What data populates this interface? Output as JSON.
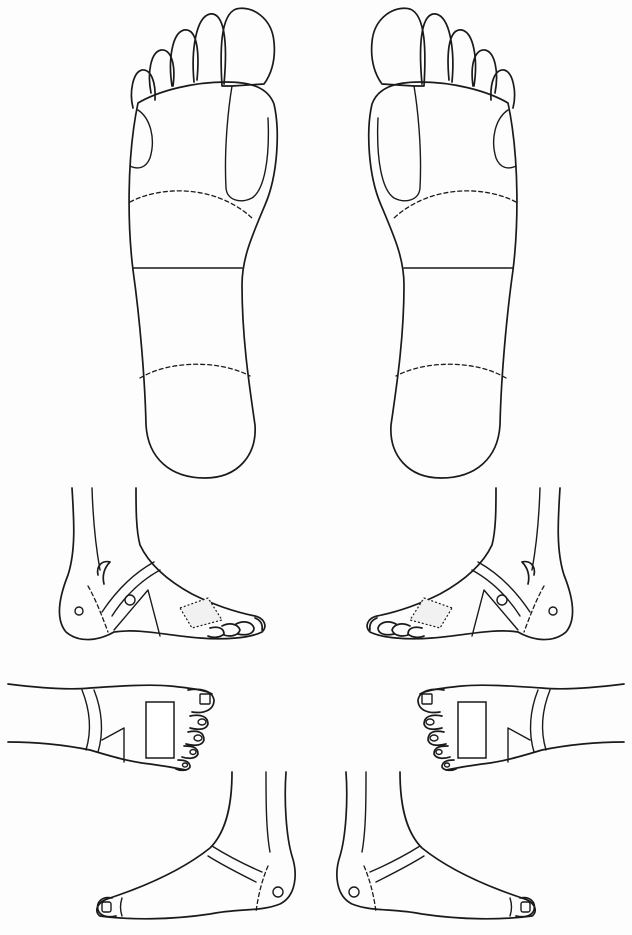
{
  "diagram": {
    "background_color": "#fdfdfd",
    "line_color": "#1a1a1a",
    "views": [
      {
        "id": "left-sole",
        "icon": "left-foot-sole-icon"
      },
      {
        "id": "right-sole",
        "icon": "right-foot-sole-icon"
      },
      {
        "id": "left-inner-side",
        "icon": "left-foot-medial-view-icon"
      },
      {
        "id": "right-inner-side",
        "icon": "right-foot-medial-view-icon"
      },
      {
        "id": "left-top",
        "icon": "left-foot-dorsal-view-icon"
      },
      {
        "id": "right-top",
        "icon": "right-foot-dorsal-view-icon"
      },
      {
        "id": "left-outer-side",
        "icon": "left-foot-lateral-view-icon"
      },
      {
        "id": "right-outer-side",
        "icon": "right-foot-lateral-view-icon"
      }
    ]
  }
}
